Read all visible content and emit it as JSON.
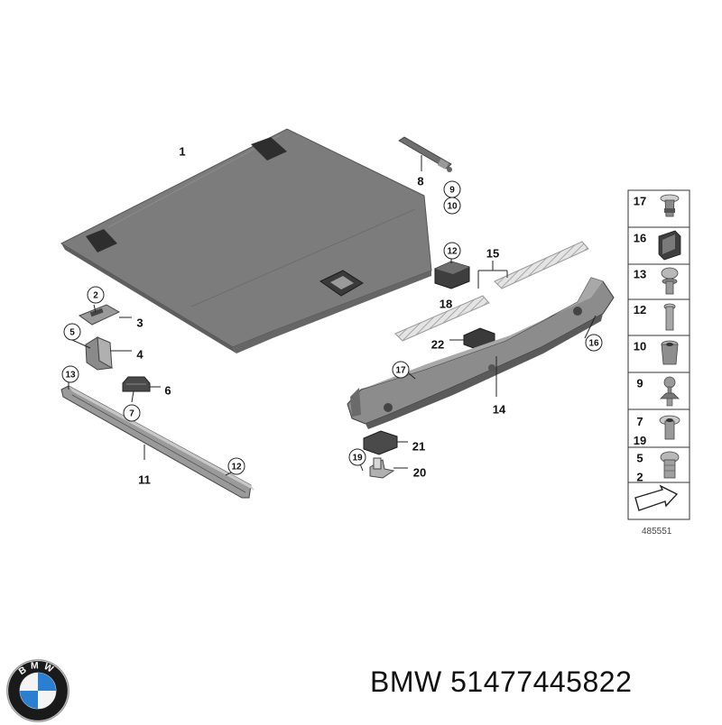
{
  "callouts": [
    {
      "id": "c1",
      "label": "1",
      "circled": false
    },
    {
      "id": "c8",
      "label": "8",
      "circled": false
    },
    {
      "id": "c9",
      "label": "9",
      "circled": true
    },
    {
      "id": "c10",
      "label": "10",
      "circled": true
    },
    {
      "id": "c2",
      "label": "2",
      "circled": true
    },
    {
      "id": "c3",
      "label": "3",
      "circled": false
    },
    {
      "id": "c5",
      "label": "5",
      "circled": true
    },
    {
      "id": "c4",
      "label": "4",
      "circled": false
    },
    {
      "id": "c13",
      "label": "13",
      "circled": true
    },
    {
      "id": "c6",
      "label": "6",
      "circled": false
    },
    {
      "id": "c7",
      "label": "7",
      "circled": true
    },
    {
      "id": "c11",
      "label": "11",
      "circled": false
    },
    {
      "id": "c12b",
      "label": "12",
      "circled": true
    },
    {
      "id": "c12a",
      "label": "12",
      "circled": true
    },
    {
      "id": "c18",
      "label": "18",
      "circled": false
    },
    {
      "id": "c15",
      "label": "15",
      "circled": false
    },
    {
      "id": "c22",
      "label": "22",
      "circled": false
    },
    {
      "id": "c16",
      "label": "16",
      "circled": true
    },
    {
      "id": "c17",
      "label": "17",
      "circled": true
    },
    {
      "id": "c14",
      "label": "14",
      "circled": false
    },
    {
      "id": "c21",
      "label": "21",
      "circled": false
    },
    {
      "id": "c19",
      "label": "19",
      "circled": true
    },
    {
      "id": "c20",
      "label": "20",
      "circled": false
    }
  ],
  "fastener_table": [
    {
      "labels": [
        "17"
      ],
      "part": "expanding-rivet"
    },
    {
      "labels": [
        "16"
      ],
      "part": "clip-nut"
    },
    {
      "labels": [
        "13"
      ],
      "part": "washer-screw"
    },
    {
      "labels": [
        "12"
      ],
      "part": "pin-screw"
    },
    {
      "labels": [
        "10"
      ],
      "part": "sleeve-nut"
    },
    {
      "labels": [
        "9"
      ],
      "part": "ball-stud"
    },
    {
      "labels": [
        "7",
        "19"
      ],
      "part": "body-nut"
    },
    {
      "labels": [
        "5",
        "2"
      ],
      "part": "collar-screw"
    },
    {
      "labels": [],
      "part": "small-parts-arrow"
    }
  ],
  "diagram_ref": "485551",
  "caption": "BMW 51477445822",
  "logo": {
    "name": "bmw-roundel-logo",
    "text": "BMW"
  },
  "colors": {
    "part_dark": "#7c7c7c",
    "part_mid": "#9a9a9a",
    "part_light": "#c8c8c8",
    "line": "#222222"
  }
}
